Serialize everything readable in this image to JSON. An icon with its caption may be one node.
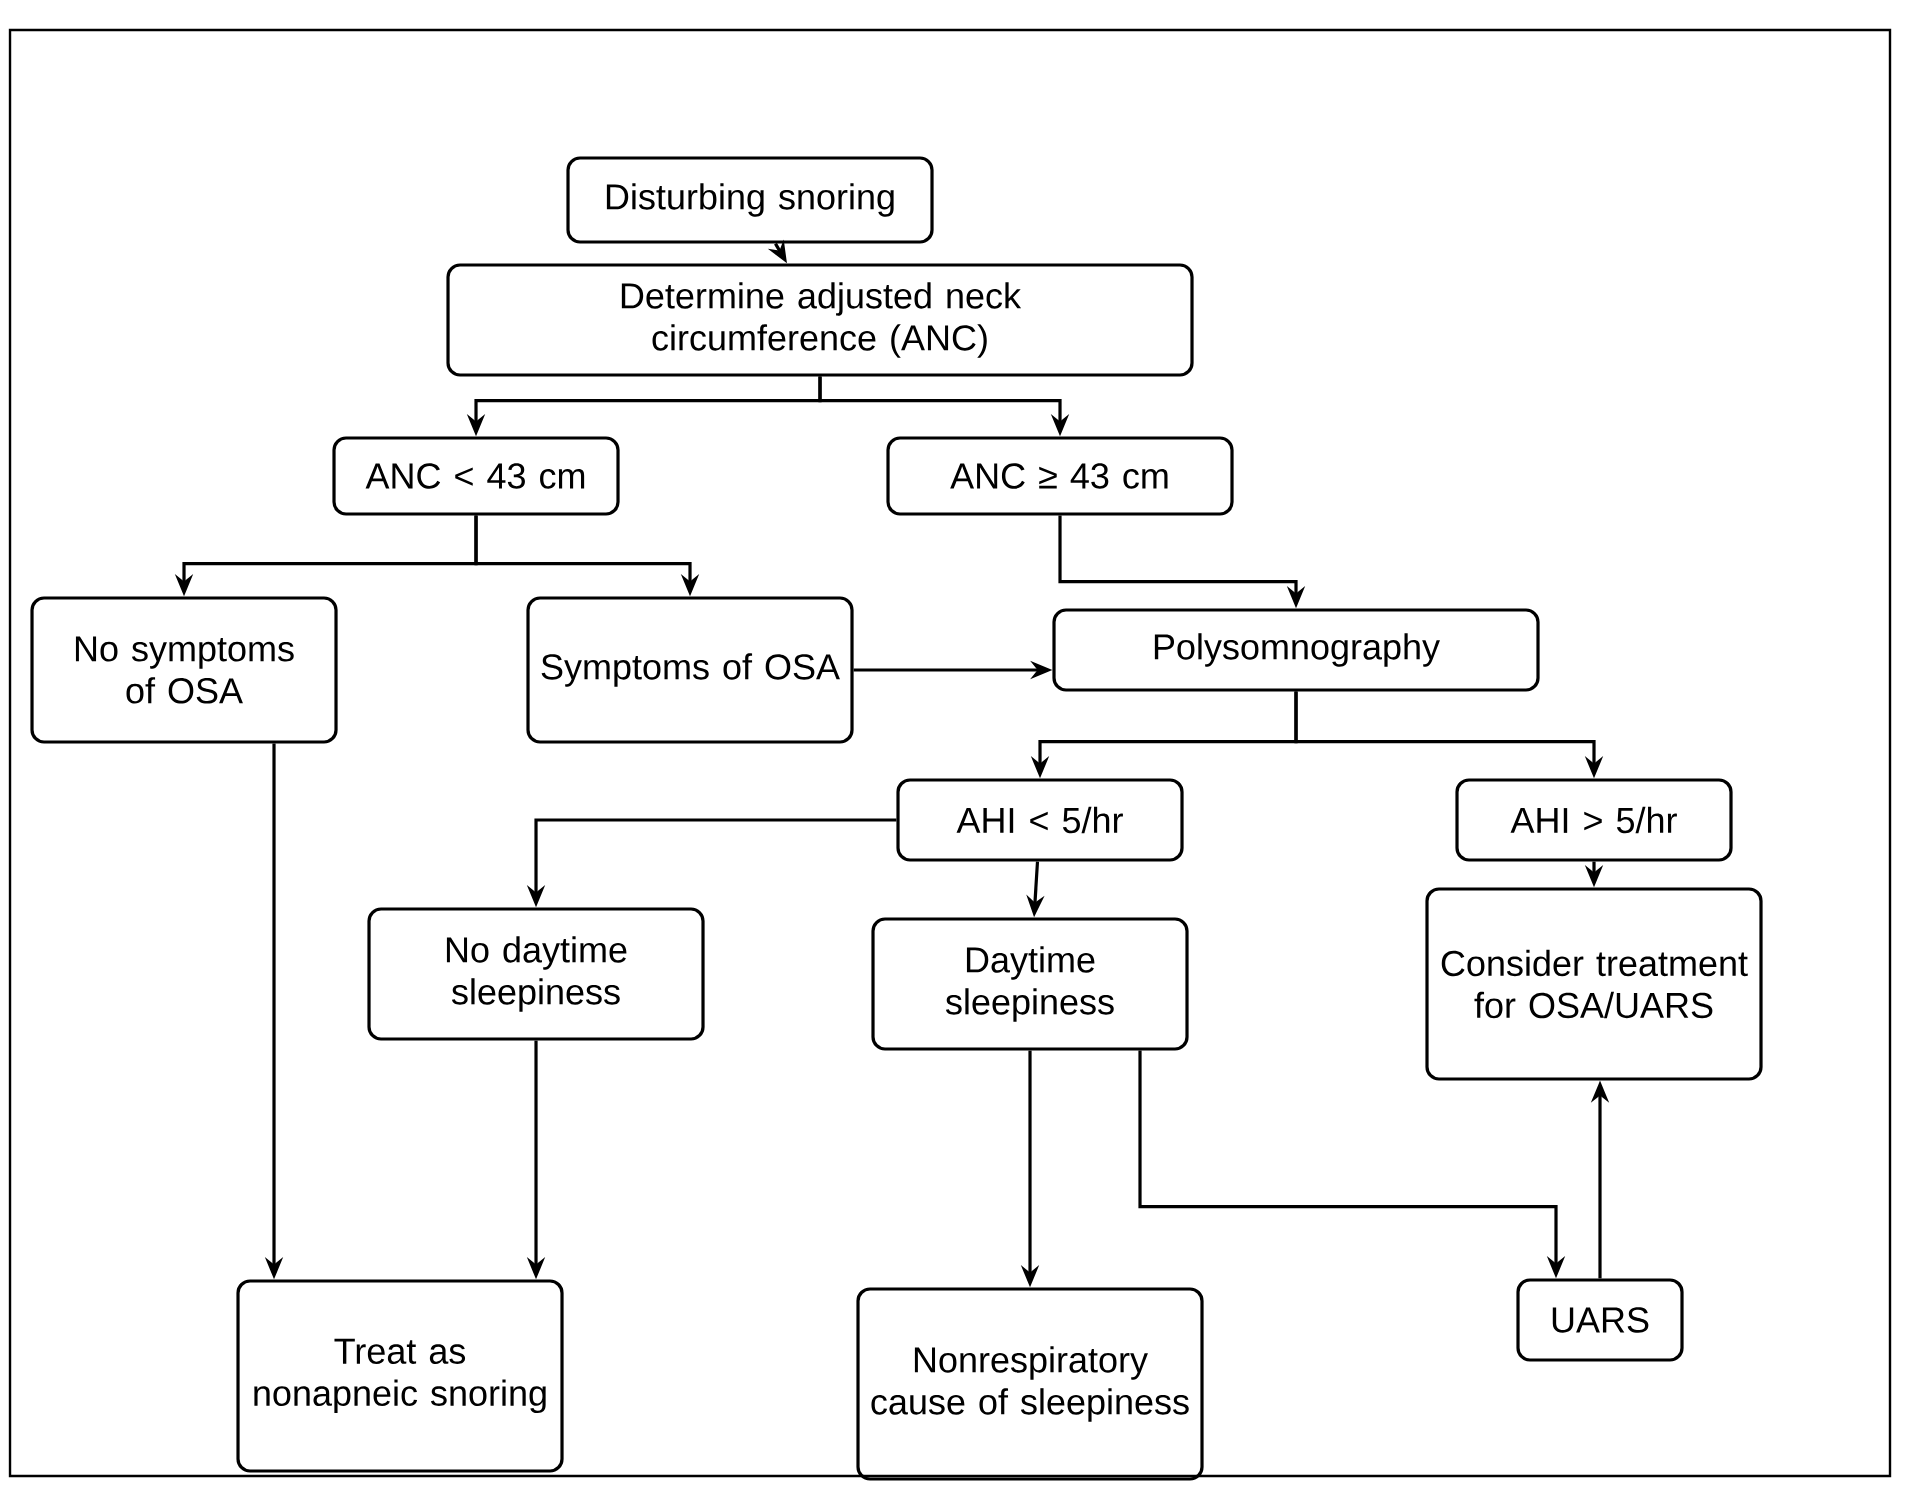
{
  "diagram": {
    "nodes": [
      {
        "text": [
          "Disturbing snoring"
        ]
      },
      {
        "text": [
          "Determine adjusted neck circumference (ANC)"
        ]
      },
      {
        "text": [
          "ANC < 43 cm"
        ]
      },
      {
        "text": [
          "ANC ≥ 43 cm"
        ]
      },
      {
        "text": [
          "No symptoms of OSA"
        ]
      },
      {
        "text": [
          "Symptoms of OSA"
        ]
      },
      {
        "text": [
          "Polysomnography"
        ]
      },
      {
        "text": [
          "AHI < 5/hr"
        ]
      },
      {
        "text": [
          "AHI > 5/hr"
        ]
      },
      {
        "text": [
          "No daytime sleepiness"
        ]
      },
      {
        "text": [
          "Daytime sleepiness"
        ]
      },
      {
        "text": [
          "Consider treatment for OSA/UARS"
        ]
      },
      {
        "text": [
          "Treat as nonapneic snoring"
        ]
      },
      {
        "text": [
          "Nonrespiratory cause of sleepiness"
        ]
      },
      {
        "text": [
          "UARS"
        ]
      }
    ],
    "edges": [
      {
        "from": 0,
        "to": 1,
        "arrow": "to"
      },
      {
        "from": 1,
        "to": 2,
        "arrow": "to"
      },
      {
        "from": 1,
        "to": 3,
        "arrow": "to"
      },
      {
        "from": 2,
        "to": 4,
        "arrow": "to"
      },
      {
        "from": 2,
        "to": 5,
        "arrow": "to"
      },
      {
        "from": 3,
        "to": 6,
        "arrow": "to"
      },
      {
        "from": 5,
        "to": 6,
        "arrow": "to"
      },
      {
        "from": 6,
        "to": 7,
        "arrow": "to"
      },
      {
        "from": 6,
        "to": 8,
        "arrow": "to"
      },
      {
        "from": 7,
        "to": 9,
        "arrow": "to"
      },
      {
        "from": 7,
        "to": 10,
        "arrow": "to"
      },
      {
        "from": 8,
        "to": 11,
        "arrow": "to"
      },
      {
        "from": 4,
        "to": 12,
        "arrow": "to"
      },
      {
        "from": 9,
        "to": 12,
        "arrow": "to"
      },
      {
        "from": 10,
        "to": 13,
        "arrow": "to"
      },
      {
        "from": 10,
        "to": 14,
        "arrow": "to"
      },
      {
        "from": 14,
        "to": 11,
        "arrow": "to"
      }
    ]
  }
}
